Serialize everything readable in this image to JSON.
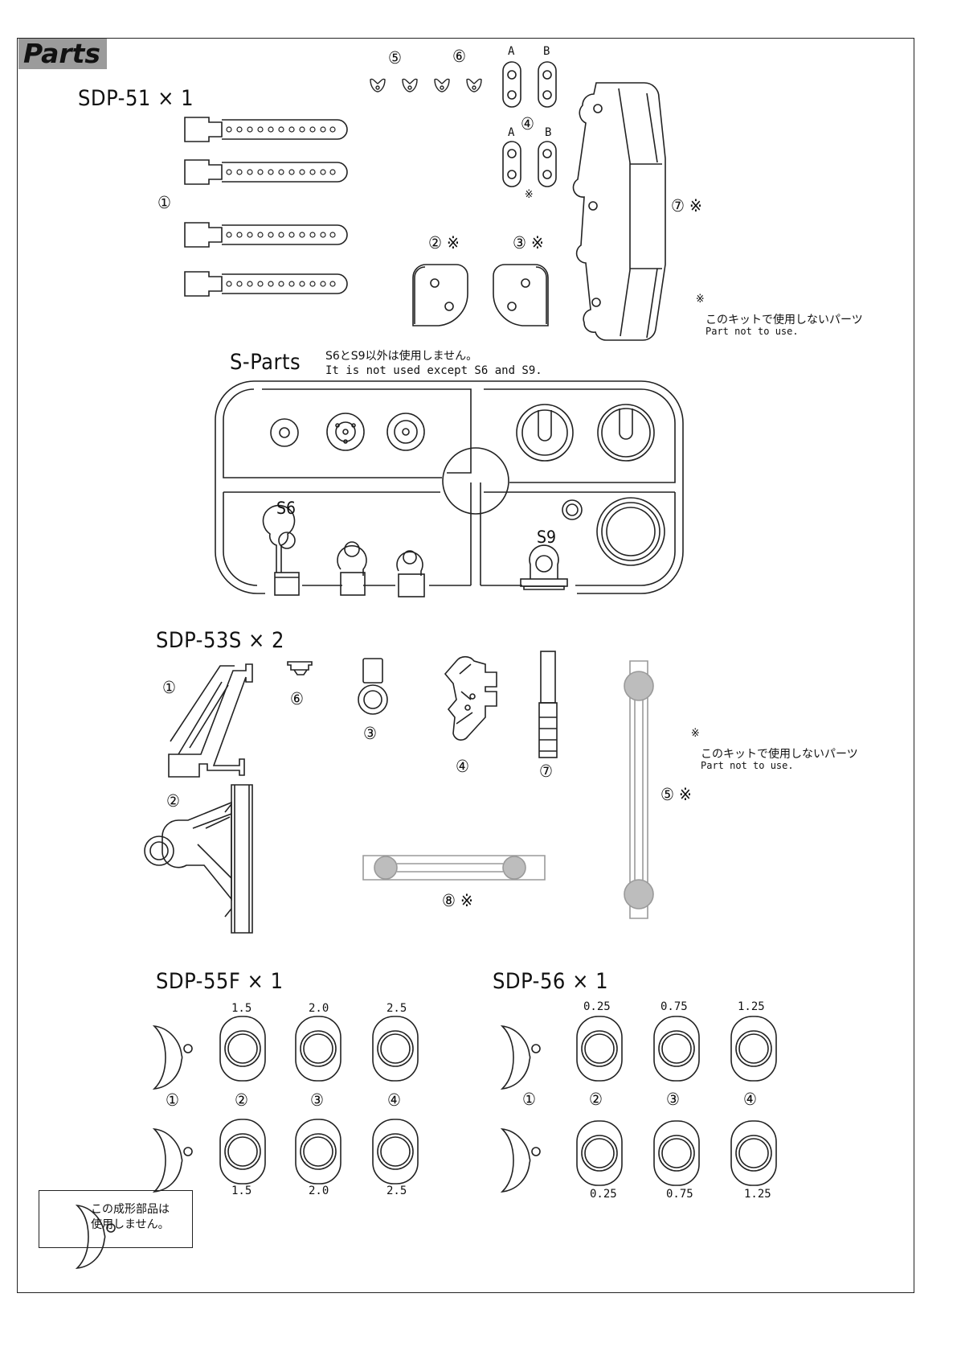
{
  "section_title": "Parts",
  "groups": {
    "sdp51": {
      "title": "SDP-51 × 1",
      "num1": "①",
      "num5": "⑤",
      "num6": "⑥",
      "label_a": "A",
      "label_b": "B",
      "label_a2": "A",
      "label_b2": "B",
      "num4": "④",
      "num2": "② ※",
      "num3": "③ ※",
      "num7": "⑦ ※",
      "mark4": "※"
    },
    "sparts": {
      "title": "S-Parts",
      "note_jp": "S6とS9以外は使用しません。",
      "note_en": "It is not used except S6 and S9.",
      "s6": "S6",
      "s9": "S9"
    },
    "sdp53s": {
      "title": "SDP-53S × 2",
      "num1": "①",
      "num6": "⑥",
      "num3": "③",
      "num4": "④",
      "num7": "⑦",
      "num2": "②",
      "num8": "⑧ ※",
      "num5": "⑤ ※"
    },
    "sdp55f": {
      "title": "SDP-55F × 1",
      "top_sizes": [
        "1.5",
        "2.0",
        "2.5"
      ],
      "nums": [
        "①",
        "②",
        "③",
        "④"
      ],
      "bottom_sizes": [
        "1.5",
        "2.0",
        "2.5"
      ]
    },
    "sdp56": {
      "title": "SDP-56 × 1",
      "top_sizes": [
        "0.25",
        "0.75",
        "1.25"
      ],
      "nums": [
        "①",
        "②",
        "③",
        "④"
      ],
      "bottom_sizes": [
        "0.25",
        "0.75",
        "1.25"
      ]
    }
  },
  "notes": {
    "unused_1": {
      "mark": "※",
      "jp": "このキットで使用しないパーツ",
      "en": "Part not to use."
    },
    "unused_2": {
      "mark": "※",
      "jp": "このキットで使用しないパーツ",
      "en": "Part not to use."
    }
  },
  "legend": {
    "line1": "この成形部品は",
    "line2": "使用しません。"
  }
}
